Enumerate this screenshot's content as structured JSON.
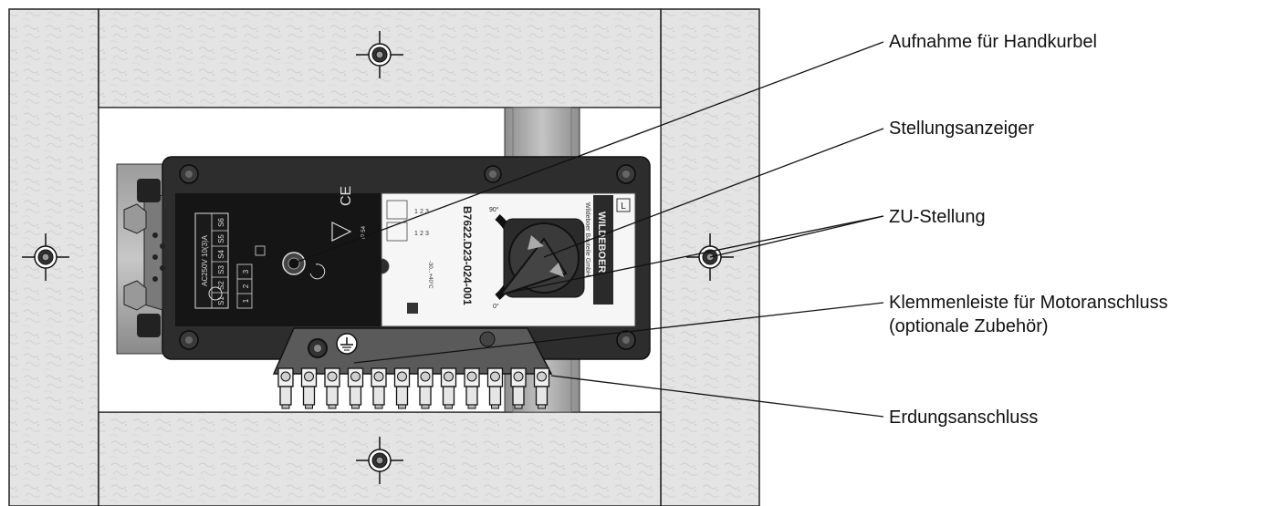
{
  "callouts": [
    {
      "id": "handkurbel",
      "text": "Aufnahme für Handkurbel"
    },
    {
      "id": "stellungsanzeiger",
      "text": "Stellungsanzeiger"
    },
    {
      "id": "zu-stellung",
      "text": "ZU-Stellung"
    },
    {
      "id": "klemmenleiste",
      "text": "Klemmenleiste für Motoranschluss",
      "text2": "(optionale Zubehör)"
    },
    {
      "id": "erdung",
      "text": "Erdungsanschluss"
    }
  ],
  "device": {
    "brand": "WILDEBOER",
    "company": "Wildeboer Bauteile GmbH",
    "part_number": "B7622.D23-024-001",
    "model_letter": "L",
    "angle_top": "90°",
    "angle_bottom": "0°",
    "ce_mark": "CE",
    "ip_rating": "IP 54",
    "switch_spec": "AC250V 10(3)A",
    "terminals_aux": [
      "S1",
      "S2",
      "S3",
      "S4",
      "S5",
      "S6"
    ],
    "terminals_motor": [
      "1",
      "2",
      "3"
    ],
    "temp_range": "-30...+40°C",
    "icon_terminal_left": [
      "1",
      "2",
      "3"
    ],
    "icon_terminal_right": [
      "1",
      "2",
      "3"
    ]
  },
  "colors": {
    "panel_texture": "#e3e3e3",
    "actuator_body": "#2d2d2d",
    "actuator_panel": "#151515",
    "label_white": "#f6f6f6",
    "metal": "#bdbdbd",
    "leader_line": "#111111"
  }
}
